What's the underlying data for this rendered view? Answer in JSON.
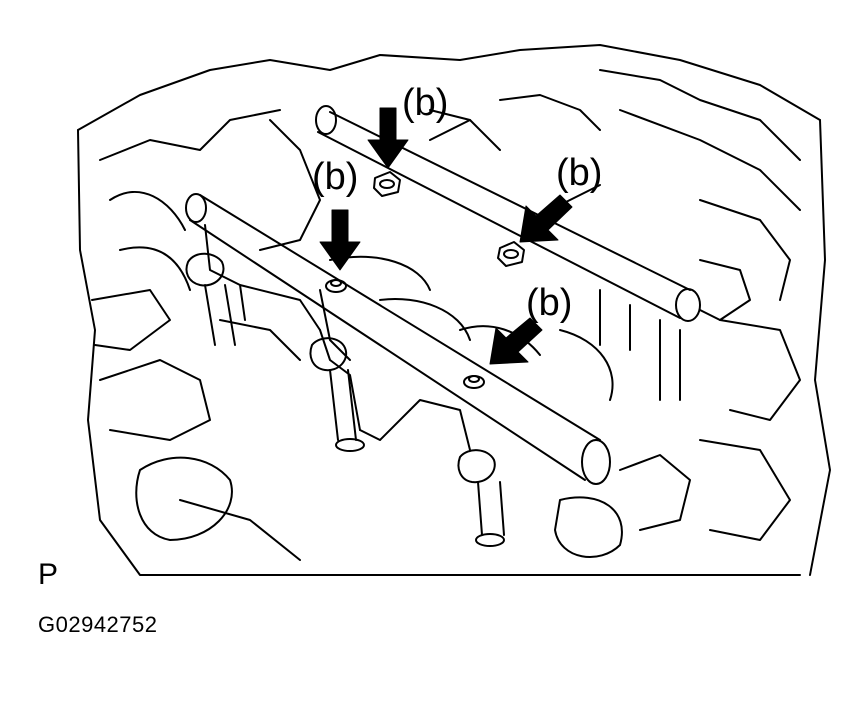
{
  "callouts": [
    {
      "id": "b1",
      "text": "(b)"
    },
    {
      "id": "b2",
      "text": "(b)"
    },
    {
      "id": "b3",
      "text": "(b)"
    },
    {
      "id": "b4",
      "text": "(b)"
    }
  ],
  "view_code": "P",
  "figure_id": "G02942752",
  "colors": {
    "line": "#000000",
    "background": "#ffffff"
  }
}
